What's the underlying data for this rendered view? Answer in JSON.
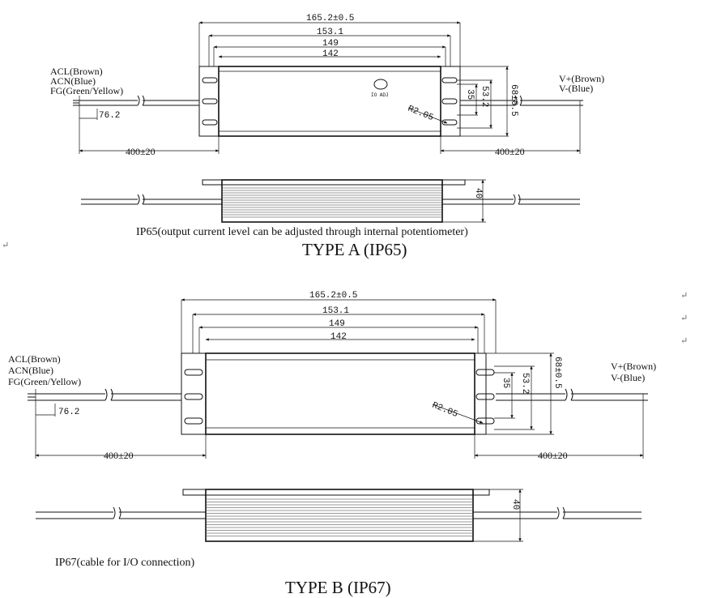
{
  "type_a": {
    "inputs": [
      "ACL(Brown)",
      "ACN(Blue)",
      "FG(Green/Yellow)"
    ],
    "outputs": [
      "V+(Brown)",
      "V-(Blue)"
    ],
    "dims": {
      "d165": "165.2±0.5",
      "d153": "153.1",
      "d149": "149",
      "d142": "142",
      "d76": "76.2",
      "lead_left": "400±20",
      "lead_right": "400±20",
      "h35": "35",
      "h53": "53.2",
      "h68": "68±0.5",
      "radius": "R2.05",
      "height": "40"
    },
    "pot_label": "IO ADJ",
    "caption": "IP65(output  current level can be adjusted through internal potentiometer)",
    "title": "TYPE A (IP65)"
  },
  "type_b": {
    "inputs": [
      "ACL(Brown)",
      "ACN(Blue)",
      "FG(Green/Yellow)"
    ],
    "outputs": [
      "V+(Brown)",
      "V-(Blue)"
    ],
    "dims": {
      "d165": "165.2±0.5",
      "d153": "153.1",
      "d149": "149",
      "d142": "142",
      "d76": "76.2",
      "lead_left": "400±20",
      "lead_right": "400±20",
      "h35": "35",
      "h53": "53.2",
      "h68": "68±0.5",
      "radius": "R2.05",
      "height": "40"
    },
    "caption": "IP67(cable for I/O connection)",
    "title": "TYPE B (IP67)"
  },
  "return_mark": "↵"
}
